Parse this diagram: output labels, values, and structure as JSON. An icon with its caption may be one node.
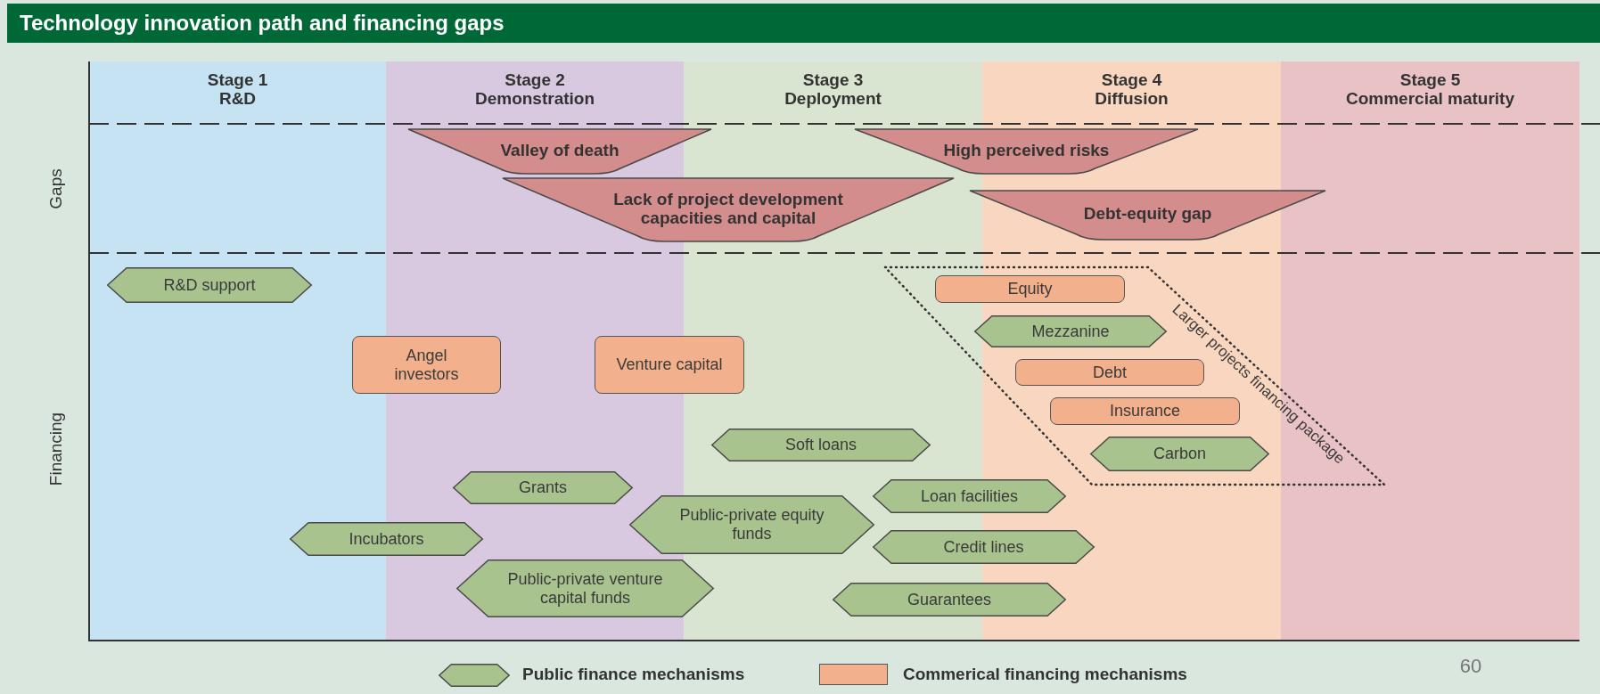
{
  "diagram": {
    "title": "Technology innovation path and financing gaps",
    "nodes": [
      {
        "text": [
          "Stage 1",
          "R&D"
        ]
      },
      {
        "text": [
          "Stage 2",
          "Demonstration"
        ]
      },
      {
        "text": [
          "Stage 3",
          "Deployment"
        ]
      },
      {
        "text": [
          "Stage 4",
          "Diffusion"
        ]
      },
      {
        "text": [
          "Stage 5",
          "Commercial maturity"
        ]
      },
      {
        "text": [
          "Valley of death"
        ]
      },
      {
        "text": [
          "High perceived risks"
        ]
      },
      {
        "text": [
          "Lack of project development capacities and capital"
        ]
      },
      {
        "text": [
          "Debt-equity gap"
        ]
      },
      {
        "text": [
          "R&D support"
        ],
        "in": 0
      },
      {
        "text": [
          "Larger projects financing package"
        ]
      },
      {
        "text": [
          "Equity"
        ],
        "in": 10
      },
      {
        "text": [
          "Mezzanine"
        ]
      },
      {
        "text": [
          "Angel investors"
        ]
      },
      {
        "text": [
          "Venture capital"
        ]
      },
      {
        "text": [
          "Debt"
        ]
      },
      {
        "text": [
          "Insurance"
        ]
      },
      {
        "text": [
          "Soft loans"
        ],
        "in": 2
      },
      {
        "text": [
          "Carbon"
        ]
      },
      {
        "text": [
          "Grants"
        ],
        "in": 1
      },
      {
        "text": [
          "Loan facilities"
        ]
      },
      {
        "text": [
          "Public-private equity funds"
        ]
      },
      {
        "text": [
          "Incubators"
        ]
      },
      {
        "text": [
          "Credit lines"
        ]
      },
      {
        "text": [
          "Public-private venture capital funds"
        ]
      },
      {
        "text": [
          "Guarantees"
        ]
      }
    ],
    "labels": [
      "Gaps",
      "Financing",
      "60"
    ],
    "legend": [
      {
        "text": "Public finance mechanisms"
      },
      {
        "text": "Commerical financing mechanisms",
        "color": "#f2b08c"
      }
    ]
  }
}
